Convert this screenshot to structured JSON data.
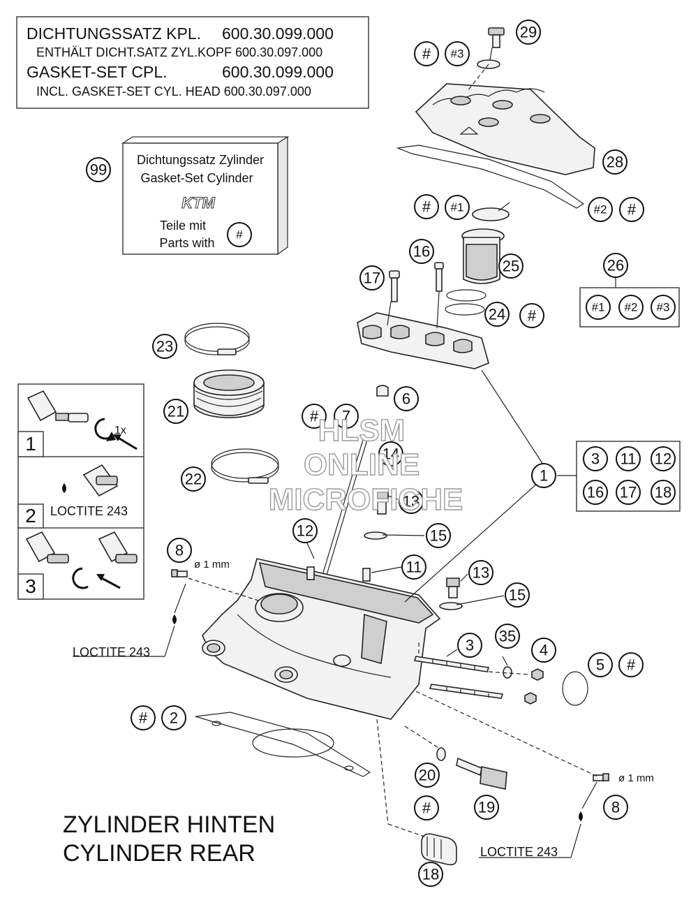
{
  "header": {
    "line1_label": "DICHTUNGSSATZ KPL.",
    "line1_number": "600.30.099.000",
    "line2": "ENTHÄLT DICHT.SATZ ZYL.KOPF 600.30.097.000",
    "line3_label": "GASKET-SET CPL.",
    "line3_number": "600.30.099.000",
    "line4": "INCL. GASKET-SET CYL. HEAD 600.30.097.000"
  },
  "kit_box": {
    "callout": "99",
    "title_de": "Dichtungssatz Zylinder",
    "title_en": "Gasket-Set Cylinder",
    "brand": "KTM",
    "parts_de": "Teile mit",
    "parts_en": "Parts with",
    "parts_symbol": "#"
  },
  "steps": [
    {
      "number": "1",
      "note": "1x",
      "label": ""
    },
    {
      "number": "2",
      "note": "",
      "label": "LOCTITE 243"
    },
    {
      "number": "3",
      "note": "",
      "label": ""
    }
  ],
  "set_26": {
    "callout": "26",
    "items": [
      "#1",
      "#2",
      "#3"
    ]
  },
  "set_1": {
    "callout": "1",
    "items": [
      "3",
      "11",
      "12",
      "16",
      "17",
      "18"
    ]
  },
  "callouts": {
    "c29": "29",
    "c28": "28",
    "c25": "25",
    "c24": "24",
    "c23": "23",
    "c21": "21",
    "c22": "22",
    "c17": "17",
    "c16": "16",
    "c6": "6",
    "c7": "7",
    "c14": "14",
    "c13a": "13",
    "c13b": "13",
    "c15a": "15",
    "c15b": "15",
    "c12": "12",
    "c11": "11",
    "c8a": "8",
    "c8b": "8",
    "c3": "3",
    "c35": "35",
    "c4": "4",
    "c5": "5",
    "c2": "2",
    "c20": "20",
    "c19": "19",
    "c18": "18",
    "c1": "1",
    "hash": "#",
    "h1": "#1",
    "h2": "#2",
    "h3": "#3"
  },
  "annotations": {
    "diameter_1": "ø 1 mm",
    "diameter_2": "ø 1 mm",
    "loctite_left": "LOCTITE 243",
    "loctite_right": "LOCTITE 243"
  },
  "title": {
    "line1": "ZYLINDER HINTEN",
    "line2": "CYLINDER REAR"
  },
  "watermark": {
    "line1": "HLSM",
    "line2": "ONLINE",
    "line3": "MICROFICHE"
  }
}
